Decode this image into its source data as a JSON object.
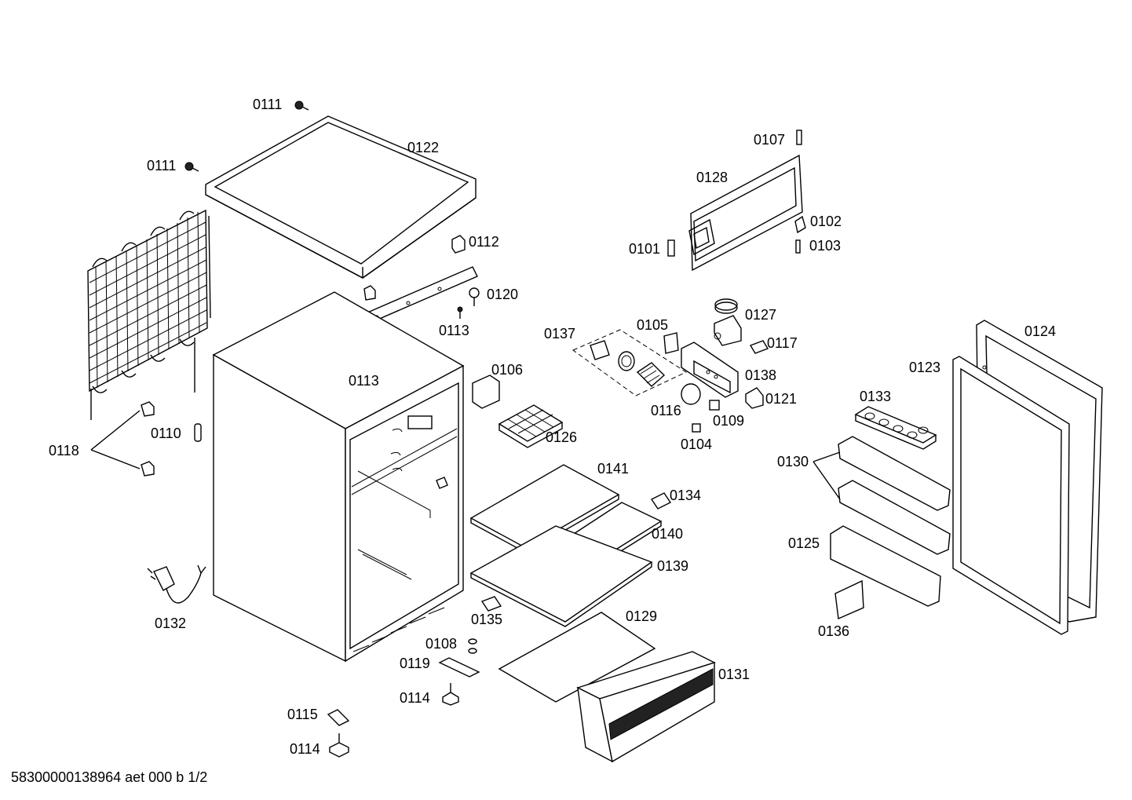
{
  "labels": {
    "p0101": "0101",
    "p0102": "0102",
    "p0103": "0103",
    "p0104": "0104",
    "p0105": "0105",
    "p0106": "0106",
    "p0107": "0107",
    "p0108": "0108",
    "p0109": "0109",
    "p0110": "0110",
    "p0111a": "0111",
    "p0111b": "0111",
    "p0112": "0112",
    "p0113a": "0113",
    "p0113b": "0113",
    "p0114a": "0114",
    "p0114b": "0114",
    "p0115": "0115",
    "p0116": "0116",
    "p0117": "0117",
    "p0118": "0118",
    "p0119": "0119",
    "p0120": "0120",
    "p0121": "0121",
    "p0122": "0122",
    "p0123": "0123",
    "p0124": "0124",
    "p0125": "0125",
    "p0126": "0126",
    "p0127": "0127",
    "p0128": "0128",
    "p0129": "0129",
    "p0130": "0130",
    "p0131": "0131",
    "p0132": "0132",
    "p0133": "0133",
    "p0134": "0134",
    "p0135": "0135",
    "p0136": "0136",
    "p0137": "0137",
    "p0138": "0138",
    "p0139": "0139",
    "p0140": "0140",
    "p0141": "0141"
  },
  "footer": "58300000138964 aet 000 b 1/2"
}
